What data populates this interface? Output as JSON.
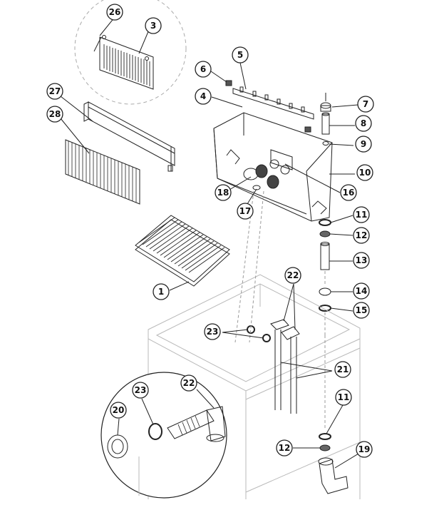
{
  "callouts": [
    {
      "id": "c26",
      "number": "26"
    },
    {
      "id": "c3",
      "number": "3"
    },
    {
      "id": "c27",
      "number": "27"
    },
    {
      "id": "c28",
      "number": "28"
    },
    {
      "id": "c5",
      "number": "5"
    },
    {
      "id": "c6",
      "number": "6"
    },
    {
      "id": "c4",
      "number": "4"
    },
    {
      "id": "c7",
      "number": "7"
    },
    {
      "id": "c8",
      "number": "8"
    },
    {
      "id": "c9",
      "number": "9"
    },
    {
      "id": "c10",
      "number": "10"
    },
    {
      "id": "c16",
      "number": "16"
    },
    {
      "id": "c18",
      "number": "18"
    },
    {
      "id": "c17",
      "number": "17"
    },
    {
      "id": "c11a",
      "number": "11"
    },
    {
      "id": "c12a",
      "number": "12"
    },
    {
      "id": "c13",
      "number": "13"
    },
    {
      "id": "c1",
      "number": "1"
    },
    {
      "id": "c14",
      "number": "14"
    },
    {
      "id": "c15",
      "number": "15"
    },
    {
      "id": "c22a",
      "number": "22"
    },
    {
      "id": "c23a",
      "number": "23"
    },
    {
      "id": "c21",
      "number": "21"
    },
    {
      "id": "c23b",
      "number": "23"
    },
    {
      "id": "c22b",
      "number": "22"
    },
    {
      "id": "c20",
      "number": "20"
    },
    {
      "id": "c11b",
      "number": "11"
    },
    {
      "id": "c12b",
      "number": "12"
    },
    {
      "id": "c19",
      "number": "19"
    }
  ]
}
